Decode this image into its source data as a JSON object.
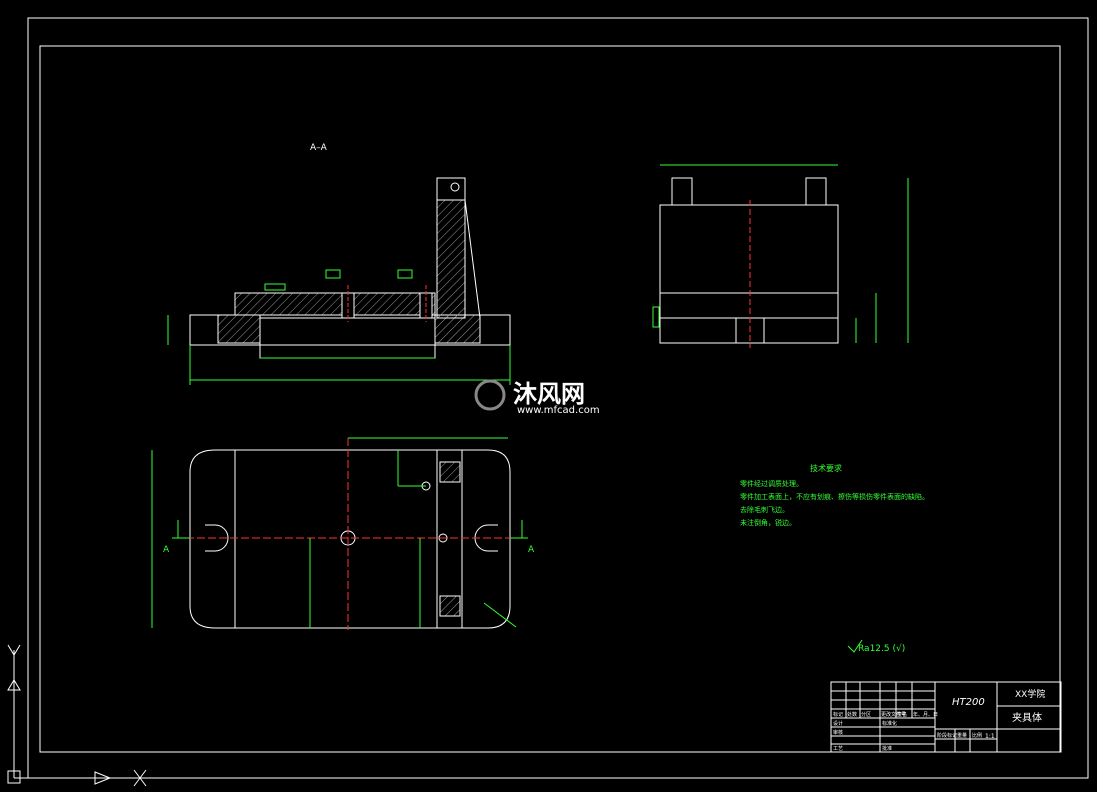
{
  "section_label": "A–A",
  "section_marker_left": "A",
  "section_marker_right": "A",
  "watermark": {
    "brand": "沐风网",
    "url": "www.mfcad.com"
  },
  "tech_requirements": {
    "title": "技术要求",
    "items": [
      "零件经过调质处理。",
      "零件加工表面上，不应有划痕、擦伤等损伤零件表面的缺陷。",
      "去除毛刺飞边。",
      "未注倒角，锐边。"
    ]
  },
  "roughness_note": "Ra12.5 (√)",
  "title_block": {
    "material": "HT200",
    "school": "XX学院",
    "part_name": "夹具体",
    "scale": "1:1",
    "row_labels": [
      "标记",
      "设计",
      "审核",
      "工艺"
    ],
    "header_labels": [
      "处数",
      "分区",
      "更改文件号",
      "签名",
      "年、月、日"
    ],
    "mid_labels": [
      "标准化",
      "批准"
    ],
    "right_labels": [
      "阶段标记",
      "重量",
      "比例"
    ]
  },
  "ucs": {
    "x": "X",
    "y": "Y"
  },
  "colors": {
    "line": "#ffffff",
    "dim": "#33ff33",
    "center": "#ff3333",
    "hatch": "#9a9a9a",
    "bg": "#000000"
  }
}
